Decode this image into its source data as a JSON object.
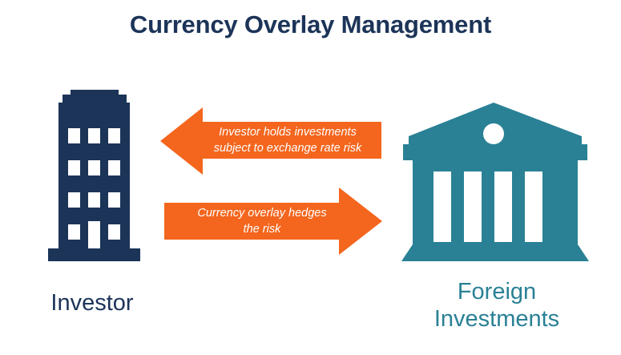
{
  "title": "Currency Overlay Management",
  "colors": {
    "navy": "#1c3458",
    "teal": "#2a8195",
    "orange": "#f4661e",
    "background": "#ffffff",
    "arrow_text": "#ffffff"
  },
  "nodes": {
    "left": {
      "icon": "office-building-icon",
      "label": "Investor",
      "color": "#1c3458"
    },
    "right": {
      "icon": "bank-building-icon",
      "label_line1": "Foreign",
      "label_line2": "Investments",
      "color": "#2a8195"
    }
  },
  "arrows": [
    {
      "direction": "left",
      "from": "Foreign Investments",
      "to": "Investor",
      "text": "Investor holds investments\nsubject to exchange rate risk",
      "color": "#f4661e"
    },
    {
      "direction": "right",
      "from": "Investor",
      "to": "Foreign Investments",
      "text": "Currency overlay hedges\nthe risk",
      "color": "#f4661e"
    }
  ]
}
